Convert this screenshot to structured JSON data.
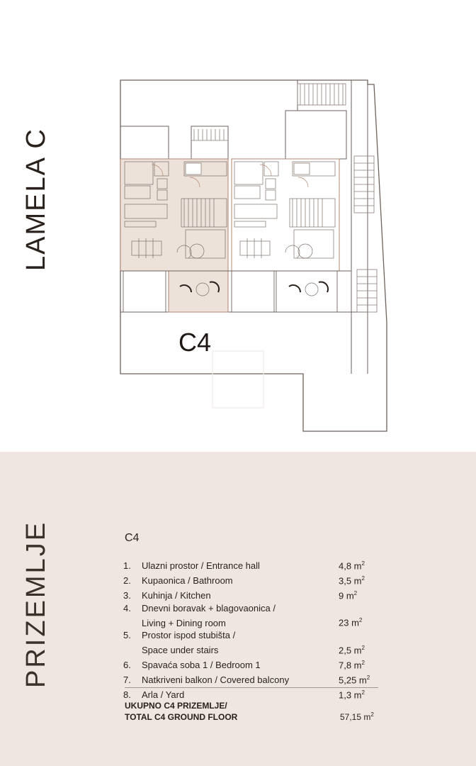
{
  "plan": {
    "building_label": "LAMELA C",
    "unit_tag": "C4"
  },
  "info": {
    "floor_label": "PRIZEMLJE",
    "unit_title": "C4",
    "rooms": [
      {
        "num": "1.",
        "lines": [
          "Ulazni prostor / Entrance hall"
        ],
        "area": "4,8 m",
        "unit_sup": "2"
      },
      {
        "num": "2.",
        "lines": [
          "Kupaonica / Bathroom"
        ],
        "area": "3,5 m",
        "unit_sup": "2"
      },
      {
        "num": "3.",
        "lines": [
          "Kuhinja / Kitchen"
        ],
        "area": "9 m",
        "unit_sup": "2"
      },
      {
        "num": "4.",
        "lines": [
          "Dnevni boravak + blagovaonica /",
          "Living + Dining room"
        ],
        "area": "23 m",
        "unit_sup": "2"
      },
      {
        "num": "5.",
        "lines": [
          "Prostor ispod stubišta /",
          "Space under stairs"
        ],
        "area": "2,5 m",
        "unit_sup": "2"
      },
      {
        "num": "6.",
        "lines": [
          "Spavaća soba 1 / Bedroom 1"
        ],
        "area": "7,8 m",
        "unit_sup": "2"
      },
      {
        "num": "7.",
        "lines": [
          "Natkriveni balkon / Covered balcony"
        ],
        "area": "5,25 m",
        "unit_sup": "2"
      },
      {
        "num": "8.",
        "lines": [
          "Arla / Yard"
        ],
        "area": "1,3 m",
        "unit_sup": "2"
      }
    ],
    "total": {
      "line1": "UKUPNO C4 PRIZEMLJE/",
      "line2": "TOTAL C4 GROUND FLOOR",
      "area": "57,15 m",
      "unit_sup": "2"
    }
  }
}
